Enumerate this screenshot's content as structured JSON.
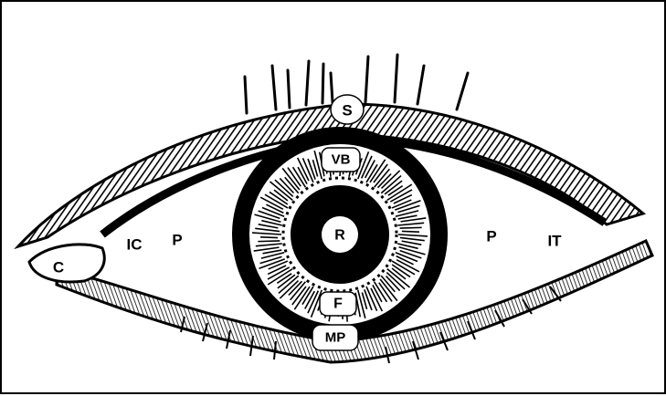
{
  "diagram": {
    "labels": {
      "S": "S",
      "VB": "VB",
      "R": "R",
      "F": "F",
      "MP": "MP",
      "C": "C",
      "IC": "IC",
      "P_left": "P",
      "P_right": "P",
      "IT": "IT"
    }
  },
  "colors": {
    "ink": "#000000",
    "paper": "#ffffff"
  }
}
